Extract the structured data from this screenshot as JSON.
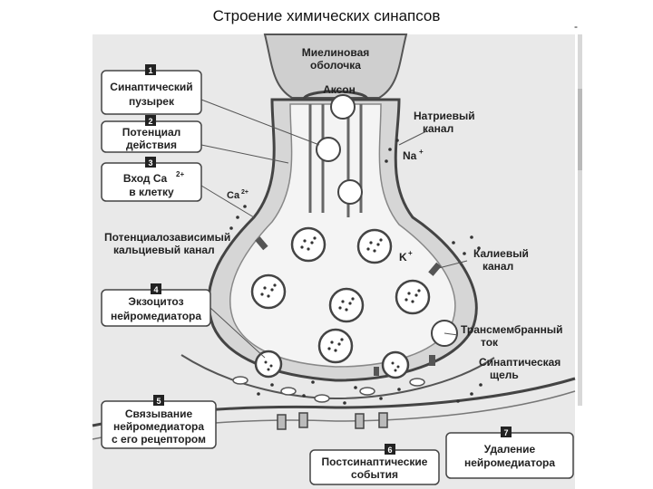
{
  "title": "Строение химических синапсов",
  "corner_mark": "-",
  "labels": {
    "myelin_1": "Миелиновая",
    "myelin_2": "оболочка",
    "axon": "Аксон",
    "sodium_1": "Натриевый",
    "sodium_2": "канал",
    "na": "Na",
    "ca": "Ca",
    "volt_1": "Потенциалозависимый",
    "volt_2": "кальциевый канал",
    "k": "K",
    "potassium_1": "Калиевый",
    "potassium_2": "канал",
    "transmembrane_1": "Трансмембранный",
    "transmembrane_2": "ток",
    "cleft_1": "Синаптическая",
    "cleft_2": "щель",
    "plus": "+",
    "two_plus": "2+"
  },
  "steps": [
    {
      "num": "1",
      "line1": "Синаптический",
      "line2": "пузырек"
    },
    {
      "num": "2",
      "line1": "Потенциал",
      "line2": "действия"
    },
    {
      "num": "3",
      "line1": "Вход Ca",
      "line2": "в клетку",
      "sup": "2+"
    },
    {
      "num": "4",
      "line1": "Экзоцитоз",
      "line2": "нейромедиатора"
    },
    {
      "num": "5",
      "line1": "Связывание",
      "line2": "нейромедиатора",
      "line3": "с его рецептором"
    },
    {
      "num": "6",
      "line1": "Постсинаптические",
      "line2": "события"
    },
    {
      "num": "7",
      "line1": "Удаление",
      "line2": "нейромедиатора"
    }
  ]
}
